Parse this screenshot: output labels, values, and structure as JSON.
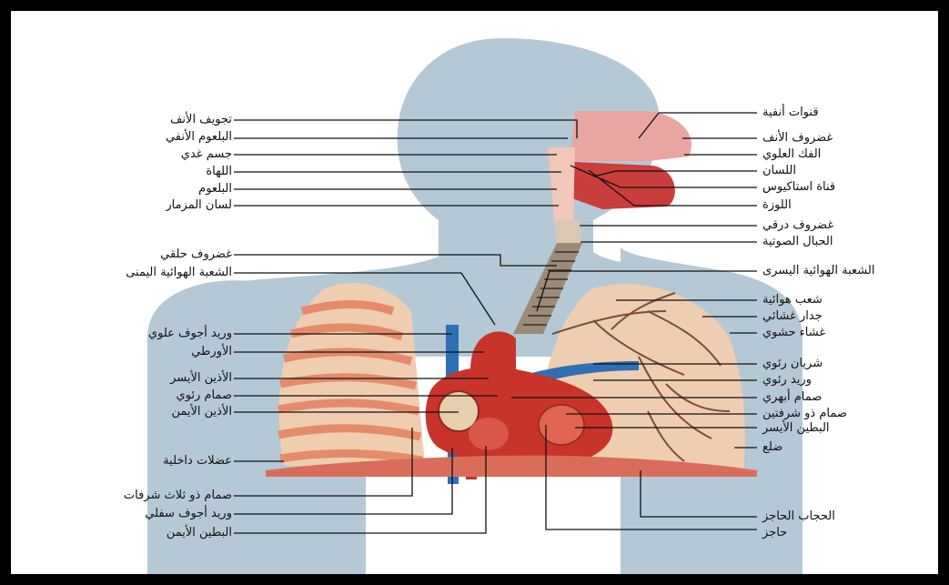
{
  "colors": {
    "silhouette": "#b5c8d6",
    "lung": "#efcdb0",
    "rib": "#e58a6b",
    "heart": "#c8332b",
    "vein": "#2f6fb5",
    "trachea": "#b7a794",
    "leader": "#111111"
  },
  "labels_left": [
    "تجويف الأنف",
    "البلعوم الأنفي",
    "جسم غدي",
    "اللهاة",
    "البلعوم",
    "لسان المزمار",
    "غضروف حلقي",
    "الشعبة الهوائية اليمنى",
    "وريد أجوف علوي",
    "الأورطي",
    "الأذين الأيسر",
    "صمام رئوي",
    "الأذين الأيمن",
    "عضلات داخلية",
    "صمام ذو ثلاث شرفات",
    "وريد أجوف سفلي",
    "البطين الأيمن"
  ],
  "labels_right": [
    "قنوات أنفية",
    "غضروف الأنف",
    "الفك العلوي",
    "اللسان",
    "قناة استاكيوس",
    "اللوزة",
    "غضروف درقي",
    "الحبال الصوتية",
    "الشعبة الهوائية اليسرى",
    "شعب هوائية",
    "جدار غشائي",
    "غشاء حشوي",
    "شريان رئوي",
    "وريد رئوي",
    "صمام أبهري",
    "صمام ذو شرفتين",
    "البطين الأيسر",
    "ضلع",
    "الحجاب الحاجز",
    "حاجز"
  ]
}
